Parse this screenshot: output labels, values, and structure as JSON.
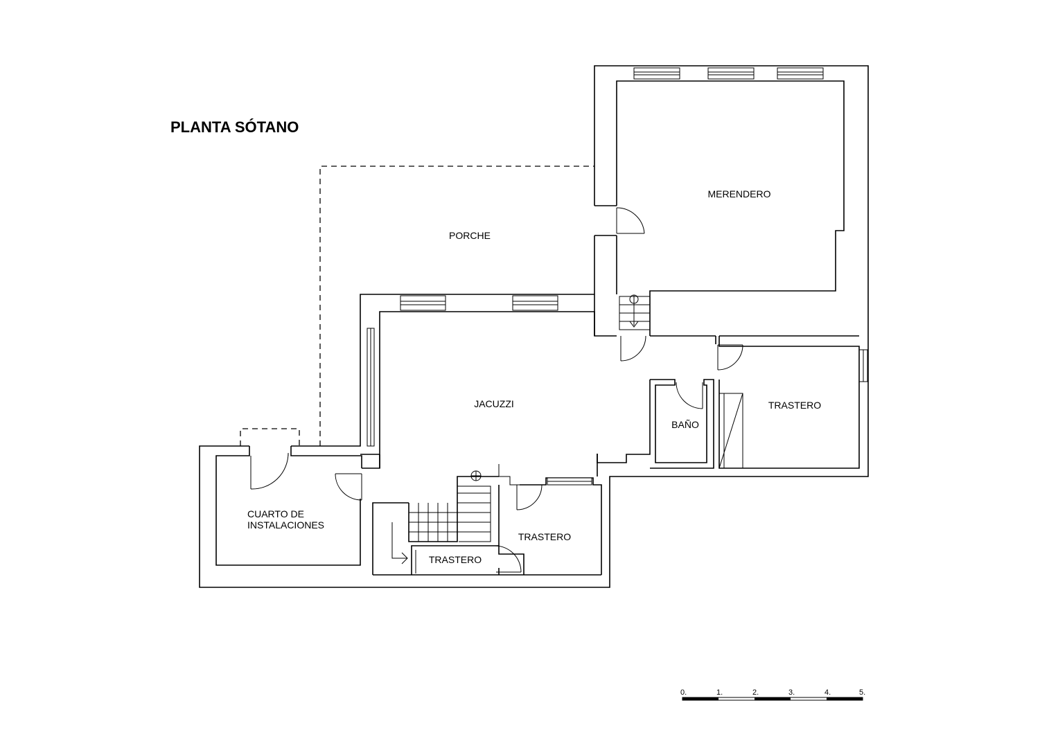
{
  "title": "PLANTA SÓTANO",
  "rooms": {
    "merendero": "MERENDERO",
    "porche": "PORCHE",
    "jacuzzi": "JACUZZI",
    "trastero_east": "TRASTERO",
    "bano": "BAÑO",
    "cuarto_line1": "CUARTO DE",
    "cuarto_line2": "INSTALACIONES",
    "trastero_south": "TRASTERO",
    "trastero_small": "TRASTERO"
  },
  "scale_bar": {
    "ticks": [
      "0.",
      "1.",
      "2.",
      "3.",
      "4.",
      "5."
    ]
  }
}
